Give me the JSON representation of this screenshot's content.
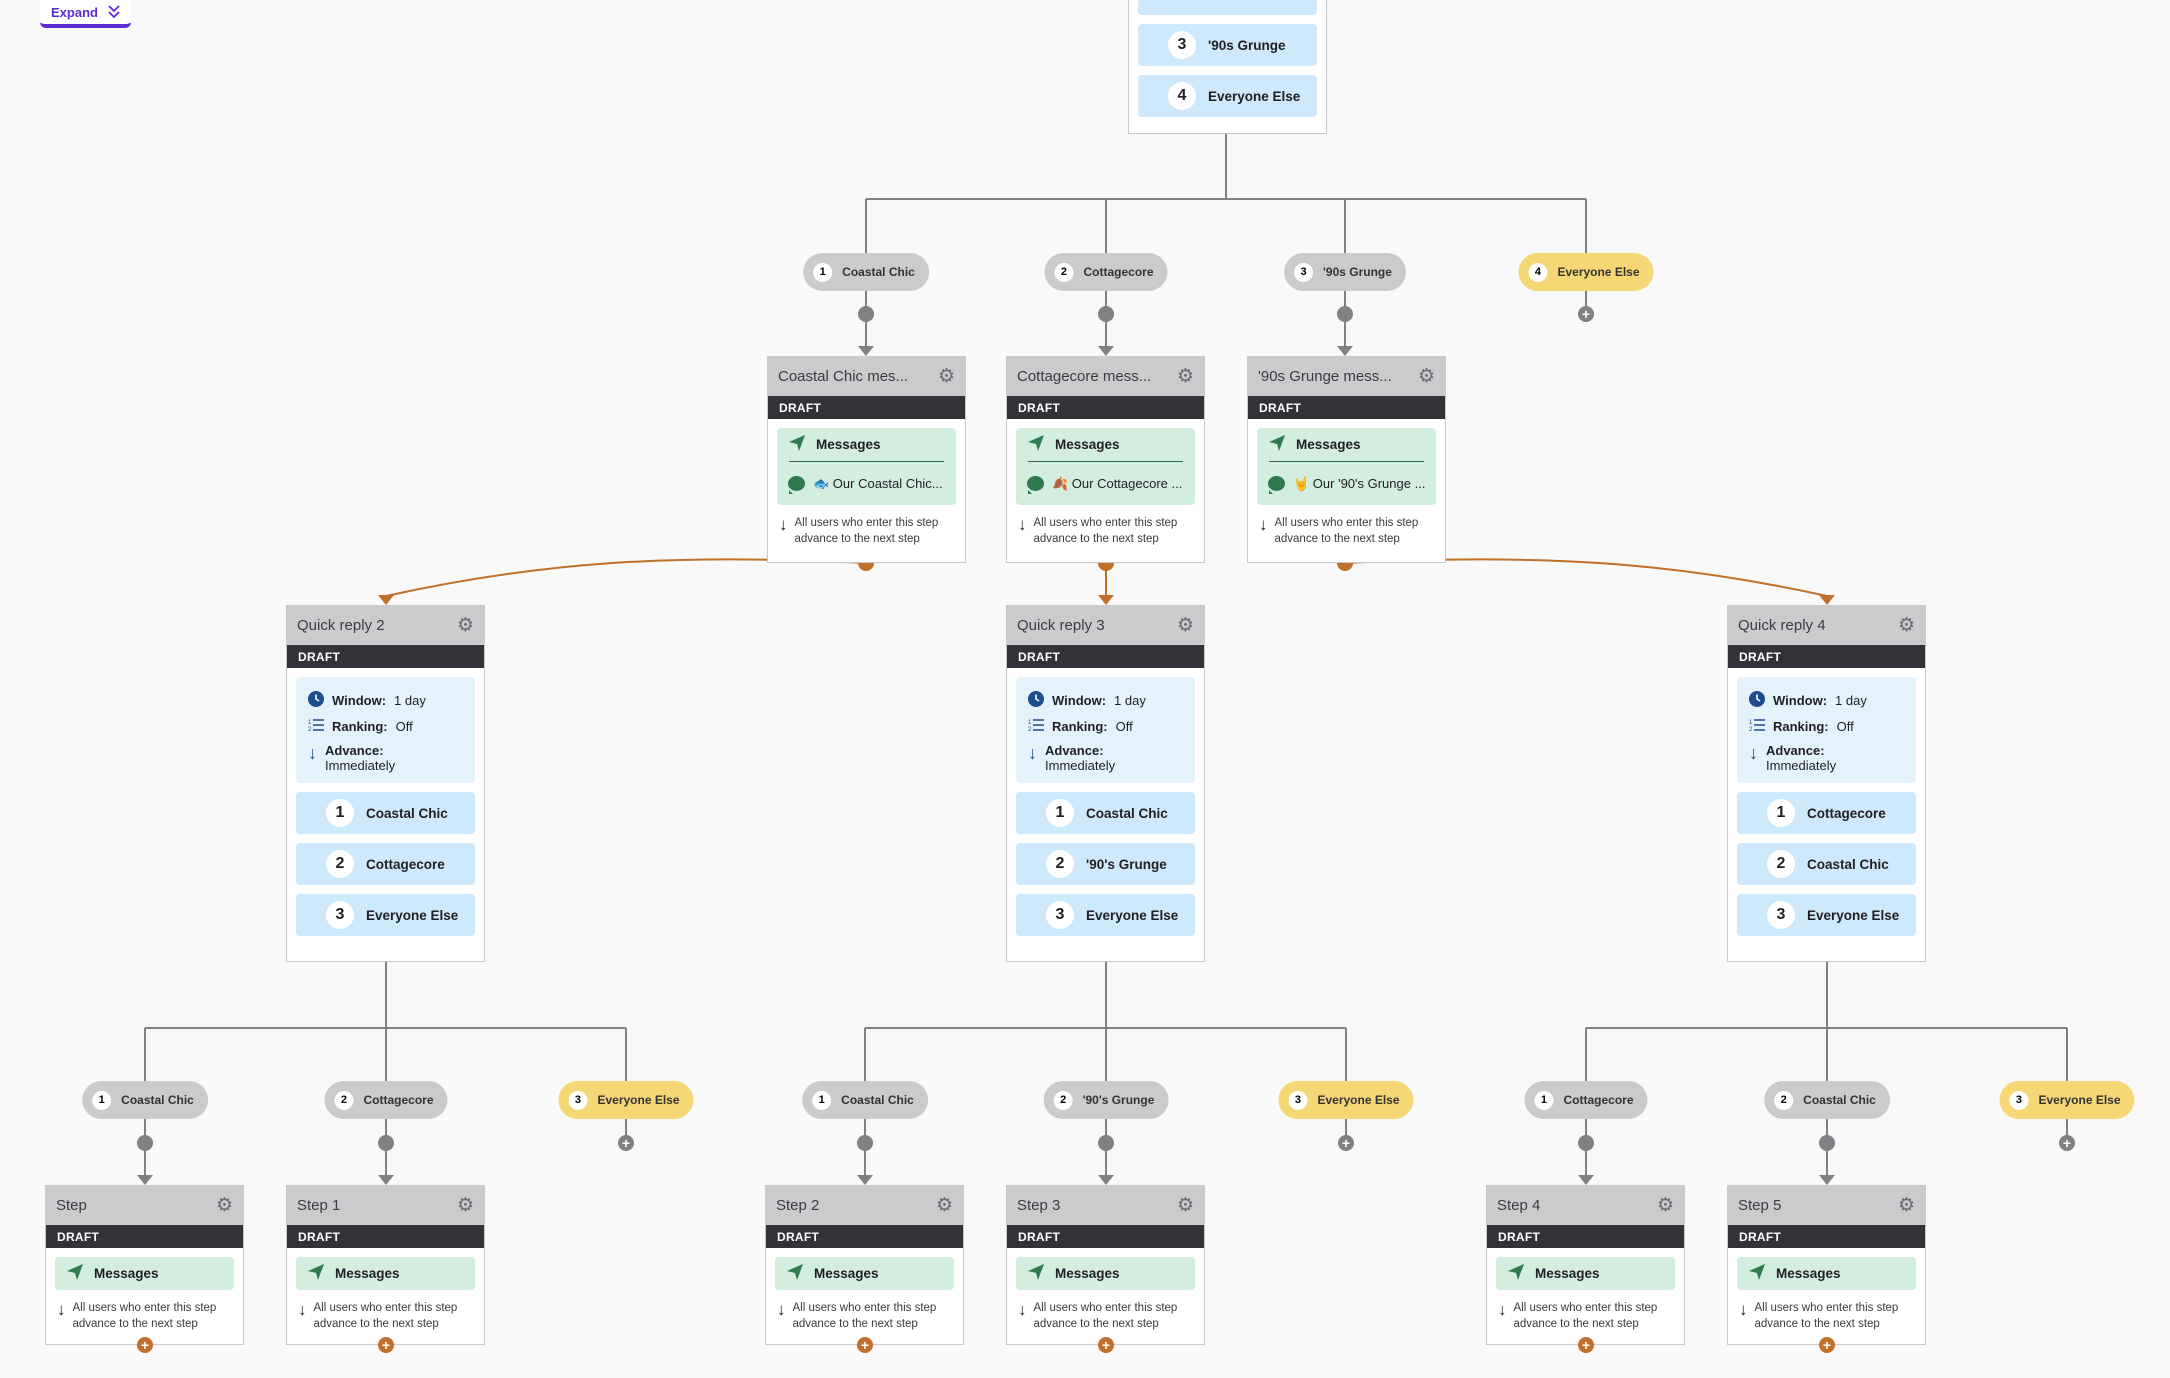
{
  "toolbar": {
    "expand_label": "Expand",
    "expand_icon": "double-chevron-down-icon"
  },
  "colors": {
    "accent": "#5b2bd6",
    "connector_orange": "#c0702a",
    "draft_bar": "#323238",
    "messages_bg": "#d3eedf",
    "quick_reply_item": "#cfe9fc",
    "everyone_else_pill": "#f5d875",
    "branch_pill": "#cbcbcd"
  },
  "top_card": {
    "items": [
      {
        "number": "3",
        "label": "'90s Grunge"
      },
      {
        "number": "4",
        "label": "Everyone Else"
      }
    ]
  },
  "level1": {
    "branches": [
      {
        "number": "1",
        "label": "Coastal Chic"
      },
      {
        "number": "2",
        "label": "Cottagecore"
      },
      {
        "number": "3",
        "label": "'90s Grunge"
      },
      {
        "number": "4",
        "label": "Everyone Else"
      }
    ],
    "cards": [
      {
        "title": "Coastal Chic mes...",
        "status": "DRAFT",
        "messages_label": "Messages",
        "preview": "🐟 Our Coastal Chic...",
        "advance_text": "All users who enter this step advance to the next step"
      },
      {
        "title": "Cottagecore mess...",
        "status": "DRAFT",
        "messages_label": "Messages",
        "preview": "🍂 Our Cottagecore ...",
        "advance_text": "All users who enter this step advance to the next step"
      },
      {
        "title": "'90s Grunge mess...",
        "status": "DRAFT",
        "messages_label": "Messages",
        "preview": "🤘 Our '90's Grunge ...",
        "advance_text": "All users who enter this step advance to the next step"
      }
    ]
  },
  "quick_replies": [
    {
      "title": "Quick reply 2",
      "status": "DRAFT",
      "window_label": "Window:",
      "window_value": "1 day",
      "ranking_label": "Ranking:",
      "ranking_value": "Off",
      "advance_label": "Advance:",
      "advance_value": "Immediately",
      "items": [
        {
          "number": "1",
          "label": "Coastal Chic"
        },
        {
          "number": "2",
          "label": "Cottagecore"
        },
        {
          "number": "3",
          "label": "Everyone Else"
        }
      ],
      "steps": [
        {
          "title": "Step",
          "status": "DRAFT",
          "messages_label": "Messages",
          "advance_text": "All users who enter this step advance to the next step"
        },
        {
          "title": "Step 1",
          "status": "DRAFT",
          "messages_label": "Messages",
          "advance_text": "All users who enter this step advance to the next step"
        }
      ]
    },
    {
      "title": "Quick reply 3",
      "status": "DRAFT",
      "window_label": "Window:",
      "window_value": "1 day",
      "ranking_label": "Ranking:",
      "ranking_value": "Off",
      "advance_label": "Advance:",
      "advance_value": "Immediately",
      "items": [
        {
          "number": "1",
          "label": "Coastal Chic"
        },
        {
          "number": "2",
          "label": "'90's Grunge"
        },
        {
          "number": "3",
          "label": "Everyone Else"
        }
      ],
      "steps": [
        {
          "title": "Step 2",
          "status": "DRAFT",
          "messages_label": "Messages",
          "advance_text": "All users who enter this step advance to the next step"
        },
        {
          "title": "Step 3",
          "status": "DRAFT",
          "messages_label": "Messages",
          "advance_text": "All users who enter this step advance to the next step"
        }
      ]
    },
    {
      "title": "Quick reply 4",
      "status": "DRAFT",
      "window_label": "Window:",
      "window_value": "1 day",
      "ranking_label": "Ranking:",
      "ranking_value": "Off",
      "advance_label": "Advance:",
      "advance_value": "Immediately",
      "items": [
        {
          "number": "1",
          "label": "Cottagecore"
        },
        {
          "number": "2",
          "label": "Coastal Chic"
        },
        {
          "number": "3",
          "label": "Everyone Else"
        }
      ],
      "steps": [
        {
          "title": "Step 4",
          "status": "DRAFT",
          "messages_label": "Messages",
          "advance_text": "All users who enter this step advance to the next step"
        },
        {
          "title": "Step 5",
          "status": "DRAFT",
          "messages_label": "Messages",
          "advance_text": "All users who enter this step advance to the next step"
        }
      ]
    }
  ]
}
